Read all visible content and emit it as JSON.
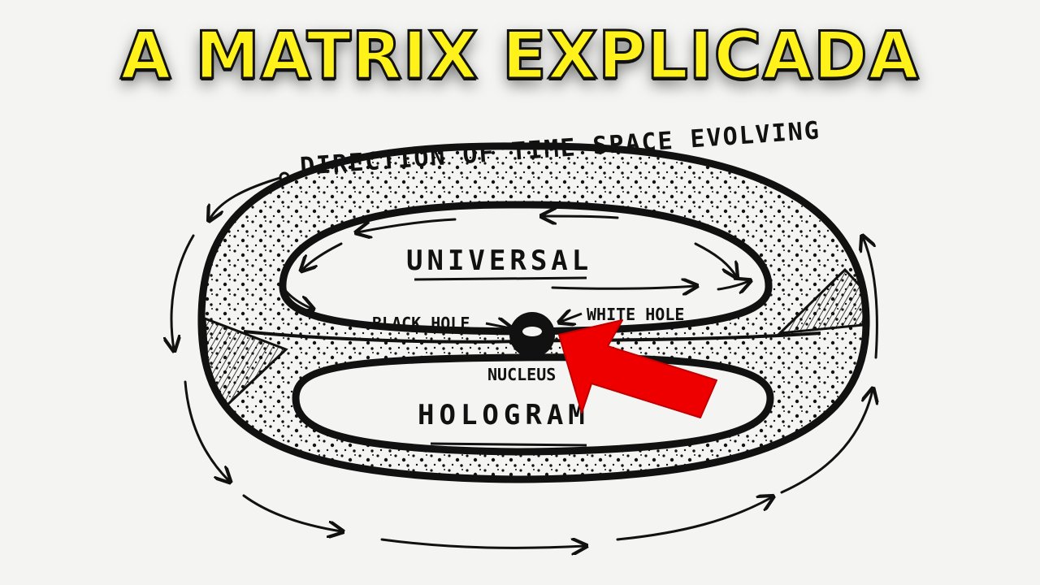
{
  "title": "A MATRIX EXPLICADA",
  "diagram": {
    "direction_label": "DIRECTION OF TIME-SPACE EVOLVING",
    "universal_label": "UNIVERSAL",
    "hologram_label": "HOLOGRAM",
    "black_hole_label": "BLACK HOLE",
    "white_hole_label": "WHITE HOLE",
    "nucleus_label": "NUCLEUS"
  },
  "colors": {
    "title_fill": "#fff21a",
    "title_outline": "#111111",
    "arrow_red": "#ee0000",
    "ink": "#111111",
    "paper": "#f4f4f2"
  }
}
